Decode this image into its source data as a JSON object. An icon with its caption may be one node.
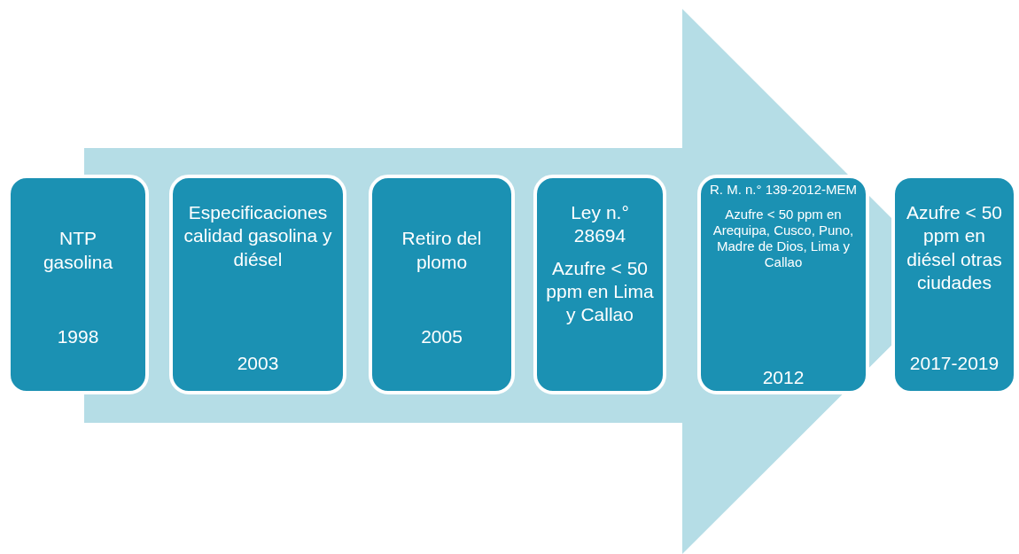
{
  "diagram": {
    "nodes": [
      {
        "text": [
          "NTP gasolina",
          "1998"
        ]
      },
      {
        "text": [
          "Especificaciones calidad gasolina y diésel",
          "2003"
        ]
      },
      {
        "text": [
          "Retiro del plomo",
          "2005"
        ]
      },
      {
        "text": [
          "Ley n.° 28694",
          "Azufre < 50 ppm en Lima y Callao"
        ]
      },
      {
        "text": [
          "R. M. n.° 139-2012-MEM",
          "Azufre < 50 ppm en Arequipa, Cusco, Puno, Madre de Dios, Lima y Callao",
          "2012"
        ]
      },
      {
        "text": [
          "Azufre < 50 ppm en diésel otras ciudades",
          "2017-2019"
        ]
      }
    ],
    "edges": [
      {
        "from": 0,
        "to": 5,
        "arrow": "to"
      }
    ]
  }
}
